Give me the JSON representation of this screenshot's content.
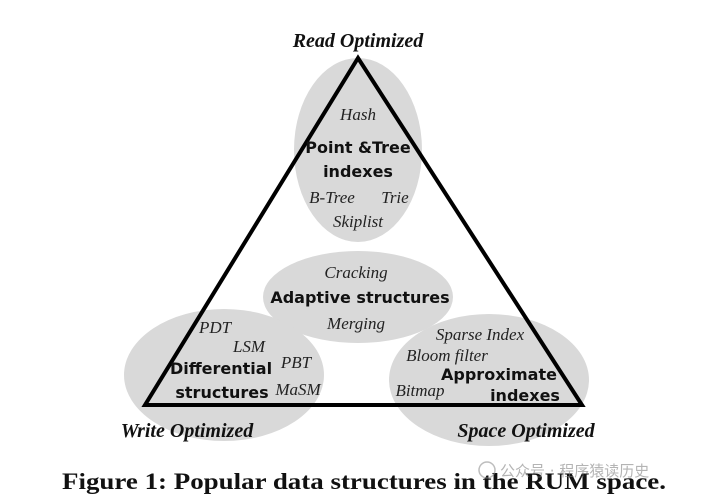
{
  "vertices": {
    "top": "Read Optimized",
    "left": "Write Optimized",
    "right": "Space Optimized"
  },
  "groups": {
    "read": {
      "title_lines": [
        "Point &Tree",
        "indexes"
      ],
      "items": [
        "Hash",
        "B-Tree",
        "Trie",
        "Skiplist"
      ]
    },
    "adaptive": {
      "title": "Adaptive structures",
      "items": [
        "Cracking",
        "Merging"
      ]
    },
    "write": {
      "title_lines": [
        "Differential",
        "structures"
      ],
      "items": [
        "PDT",
        "LSM",
        "PBT",
        "MaSM"
      ]
    },
    "space": {
      "title_lines": [
        "Approximate",
        "indexes"
      ],
      "items": [
        "Sparse Index",
        "Bloom filter",
        "Bitmap"
      ]
    }
  },
  "caption": "Figure 1: Popular data structures in the RUM space.",
  "watermark": "公众号 · 程序猿读历史",
  "colors": {
    "ellipse_fill": "#d9d9d9",
    "triangle_stroke": "#000000",
    "text": "#111111"
  }
}
